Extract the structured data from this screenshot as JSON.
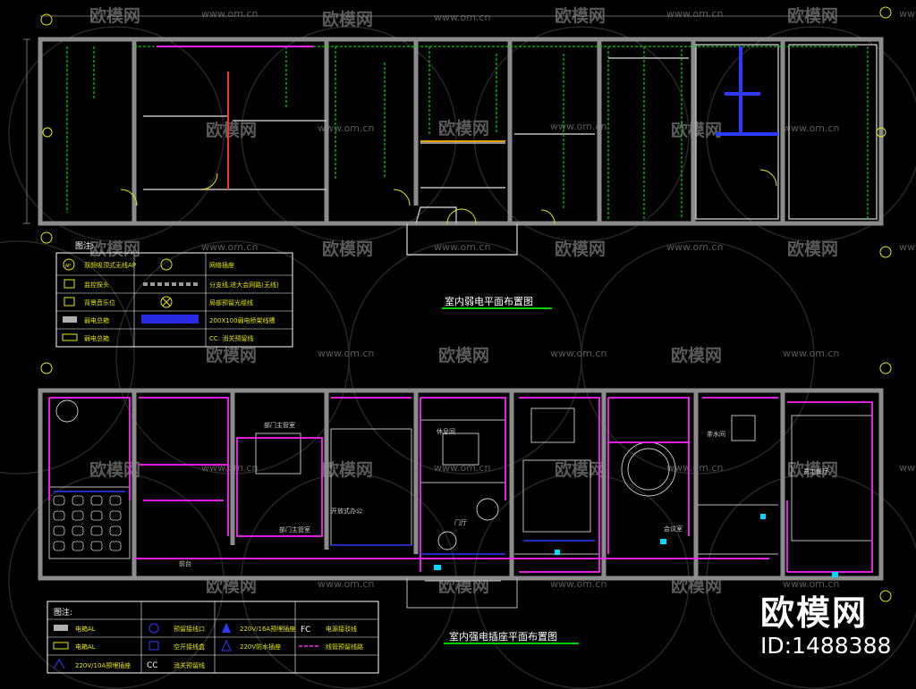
{
  "watermark": {
    "brand": "欧模网",
    "url": "www.om.cn"
  },
  "plan_top": {
    "title": "室内弱电平面布置图",
    "legend": {
      "heading": "图注:",
      "items": [
        {
          "label": "双频吸顶式无线AP",
          "icon": "ap-icon"
        },
        {
          "label": "网络插座",
          "icon": "network-socket-icon"
        },
        {
          "label": "监控探头",
          "icon": "camera-icon"
        },
        {
          "label": "分支线,进大会网路(无线)",
          "icon": "branch-line-icon"
        },
        {
          "label": "背景音乐位",
          "icon": "speaker-icon"
        },
        {
          "label": "局部预留光缆线",
          "icon": "fiber-icon"
        },
        {
          "label": "弱电总箱",
          "icon": "main-box-icon"
        },
        {
          "label": "200X100弱电桥架线槽",
          "icon": "cable-tray-icon"
        },
        {
          "label": "弱电总箱",
          "icon": "sub-box-icon"
        },
        {
          "label": "CC: 消关预留线",
          "icon": "cc-icon"
        }
      ]
    }
  },
  "plan_bottom": {
    "title": "室内强电插座平面布置图",
    "rooms": [
      "部门主管室",
      "部门主管室",
      "开放式办公",
      "休息间",
      "门厅",
      "茶水间",
      "会议室",
      "员工餐厅",
      "前台"
    ],
    "legend": {
      "heading": "图注:",
      "items": [
        {
          "label": "电箱AL",
          "icon": "panel-al-icon"
        },
        {
          "label": "预留接线口",
          "icon": "reserve-port-icon"
        },
        {
          "label": "220V/16A预埋插座",
          "icon": "socket-16a-icon"
        },
        {
          "label": "FC",
          "icon": "fc-icon"
        },
        {
          "label": "电源接驳线",
          "icon": "feed-line-icon"
        },
        {
          "label": "电箱AL",
          "icon": "panel-al2-icon"
        },
        {
          "label": "空开接线盒",
          "icon": "switch-box-icon"
        },
        {
          "label": "220V防水插座",
          "icon": "waterproof-icon"
        },
        {
          "label": "线管预留线路",
          "icon": "conduit-icon"
        },
        {
          "label": "220V/10A预埋插座",
          "icon": "socket-10a-icon"
        },
        {
          "label": "CC",
          "icon": "cc2-icon"
        },
        {
          "label": "消关预留线",
          "icon": "cc-line-icon"
        }
      ]
    }
  },
  "badge": {
    "name": "欧模网",
    "id": "ID:1488388"
  },
  "colors": {
    "wall": "#8c8c8c",
    "yellow": "#e8e800",
    "green": "#00d000",
    "magenta": "#ff22ff",
    "blue": "#2b3bff",
    "cyan": "#00d8ff"
  }
}
